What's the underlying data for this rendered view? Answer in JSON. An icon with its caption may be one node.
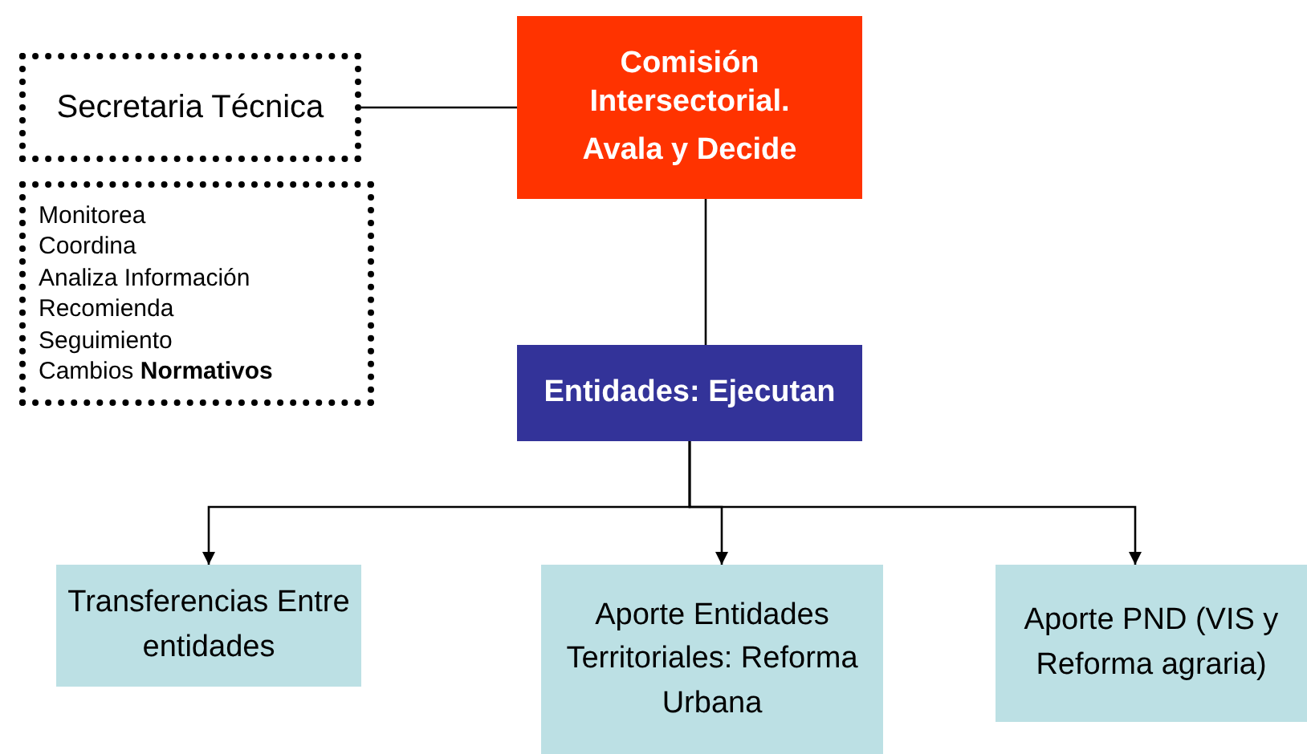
{
  "diagram": {
    "nodes": [
      {
        "text": [
          "Comisión Intersectorial.",
          "Avala y Decide"
        ]
      },
      {
        "text": [
          "Secretaria Técnica"
        ]
      },
      {
        "text": [
          "Monitorea",
          "Coordina",
          "Analiza Información",
          "Recomienda",
          "Seguimiento",
          "Cambios **Normativos**"
        ]
      },
      {
        "text": [
          "Entidades: Ejecutan"
        ]
      },
      {
        "text": [
          "Transferencias Entre entidades"
        ]
      },
      {
        "text": [
          "Aporte Entidades Territoriales: Reforma Urbana"
        ]
      },
      {
        "text": [
          "Aporte PND (VIS y Reforma agraria)"
        ]
      }
    ],
    "edges": [
      {
        "from": 1,
        "to": 0,
        "arrow": "none"
      },
      {
        "from": 0,
        "to": 3,
        "arrow": "none"
      },
      {
        "from": 3,
        "to": 4,
        "arrow": "to"
      },
      {
        "from": 3,
        "to": 5,
        "arrow": "to"
      },
      {
        "from": 3,
        "to": 6,
        "arrow": "to"
      }
    ]
  }
}
